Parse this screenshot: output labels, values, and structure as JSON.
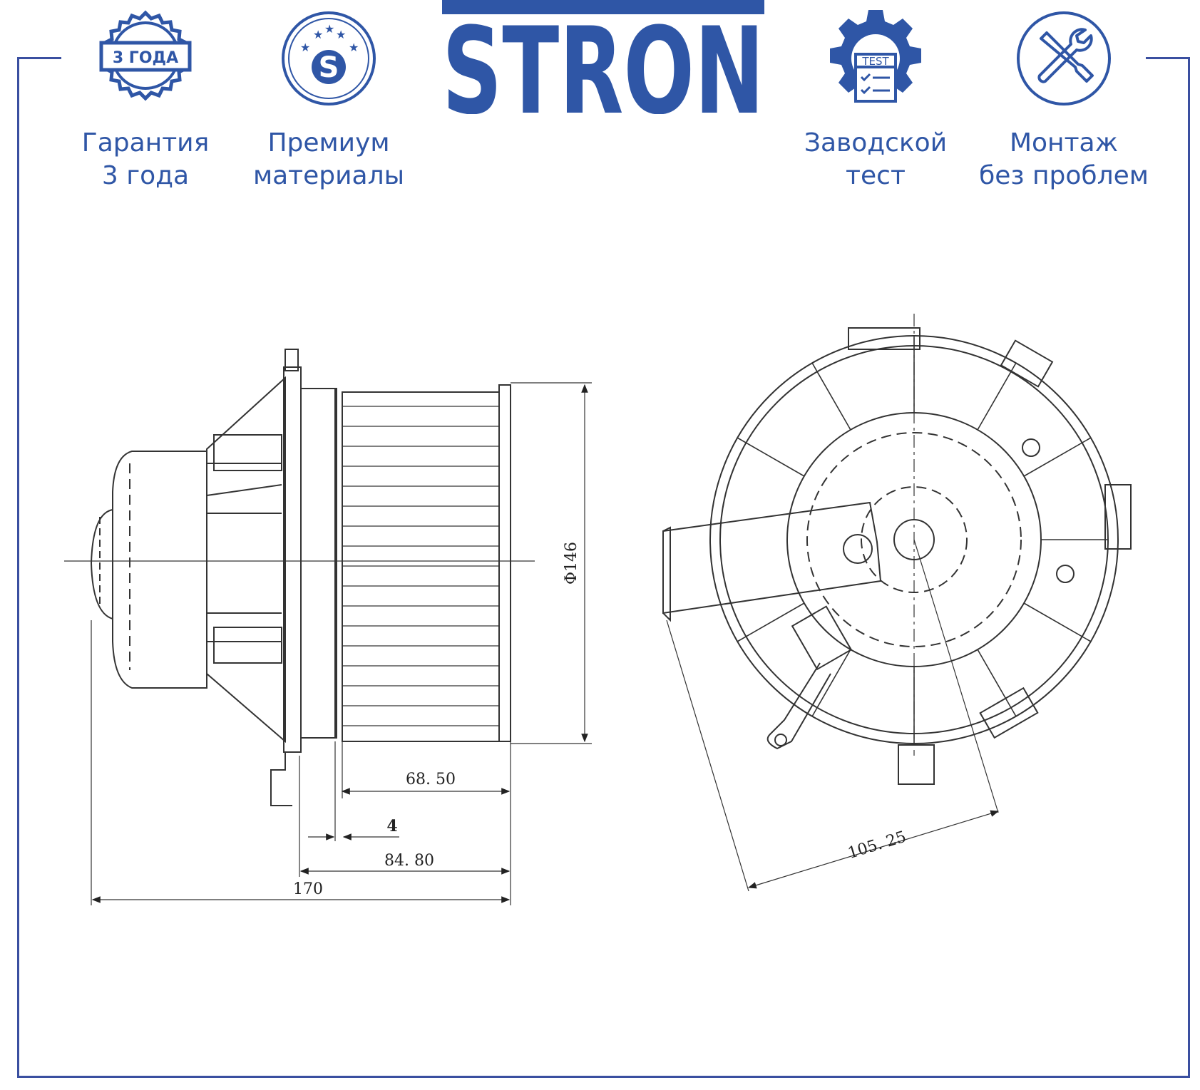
{
  "brand": {
    "logo_text": "STRON",
    "color": "#2f56a6"
  },
  "badges": [
    {
      "id": "warranty",
      "icon": "seal-icon",
      "icon_text": "3 ГОДА",
      "line1": "Гарантия",
      "line2": "3 года"
    },
    {
      "id": "premium",
      "icon": "star-s-icon",
      "icon_text": "S",
      "line1": "Премиум",
      "line2": "материалы"
    },
    {
      "id": "factory-test",
      "icon": "gear-test-icon",
      "icon_text": "TEST",
      "line1": "Заводской",
      "line2": "тест"
    },
    {
      "id": "install",
      "icon": "tools-icon",
      "line1": "Монтаж",
      "line2": "без проблем"
    }
  ],
  "dimensions": {
    "diameter": "Φ146",
    "d1": "68. 50",
    "d2": "4",
    "d3": "84. 80",
    "d4": "170",
    "d5": "105. 25"
  }
}
